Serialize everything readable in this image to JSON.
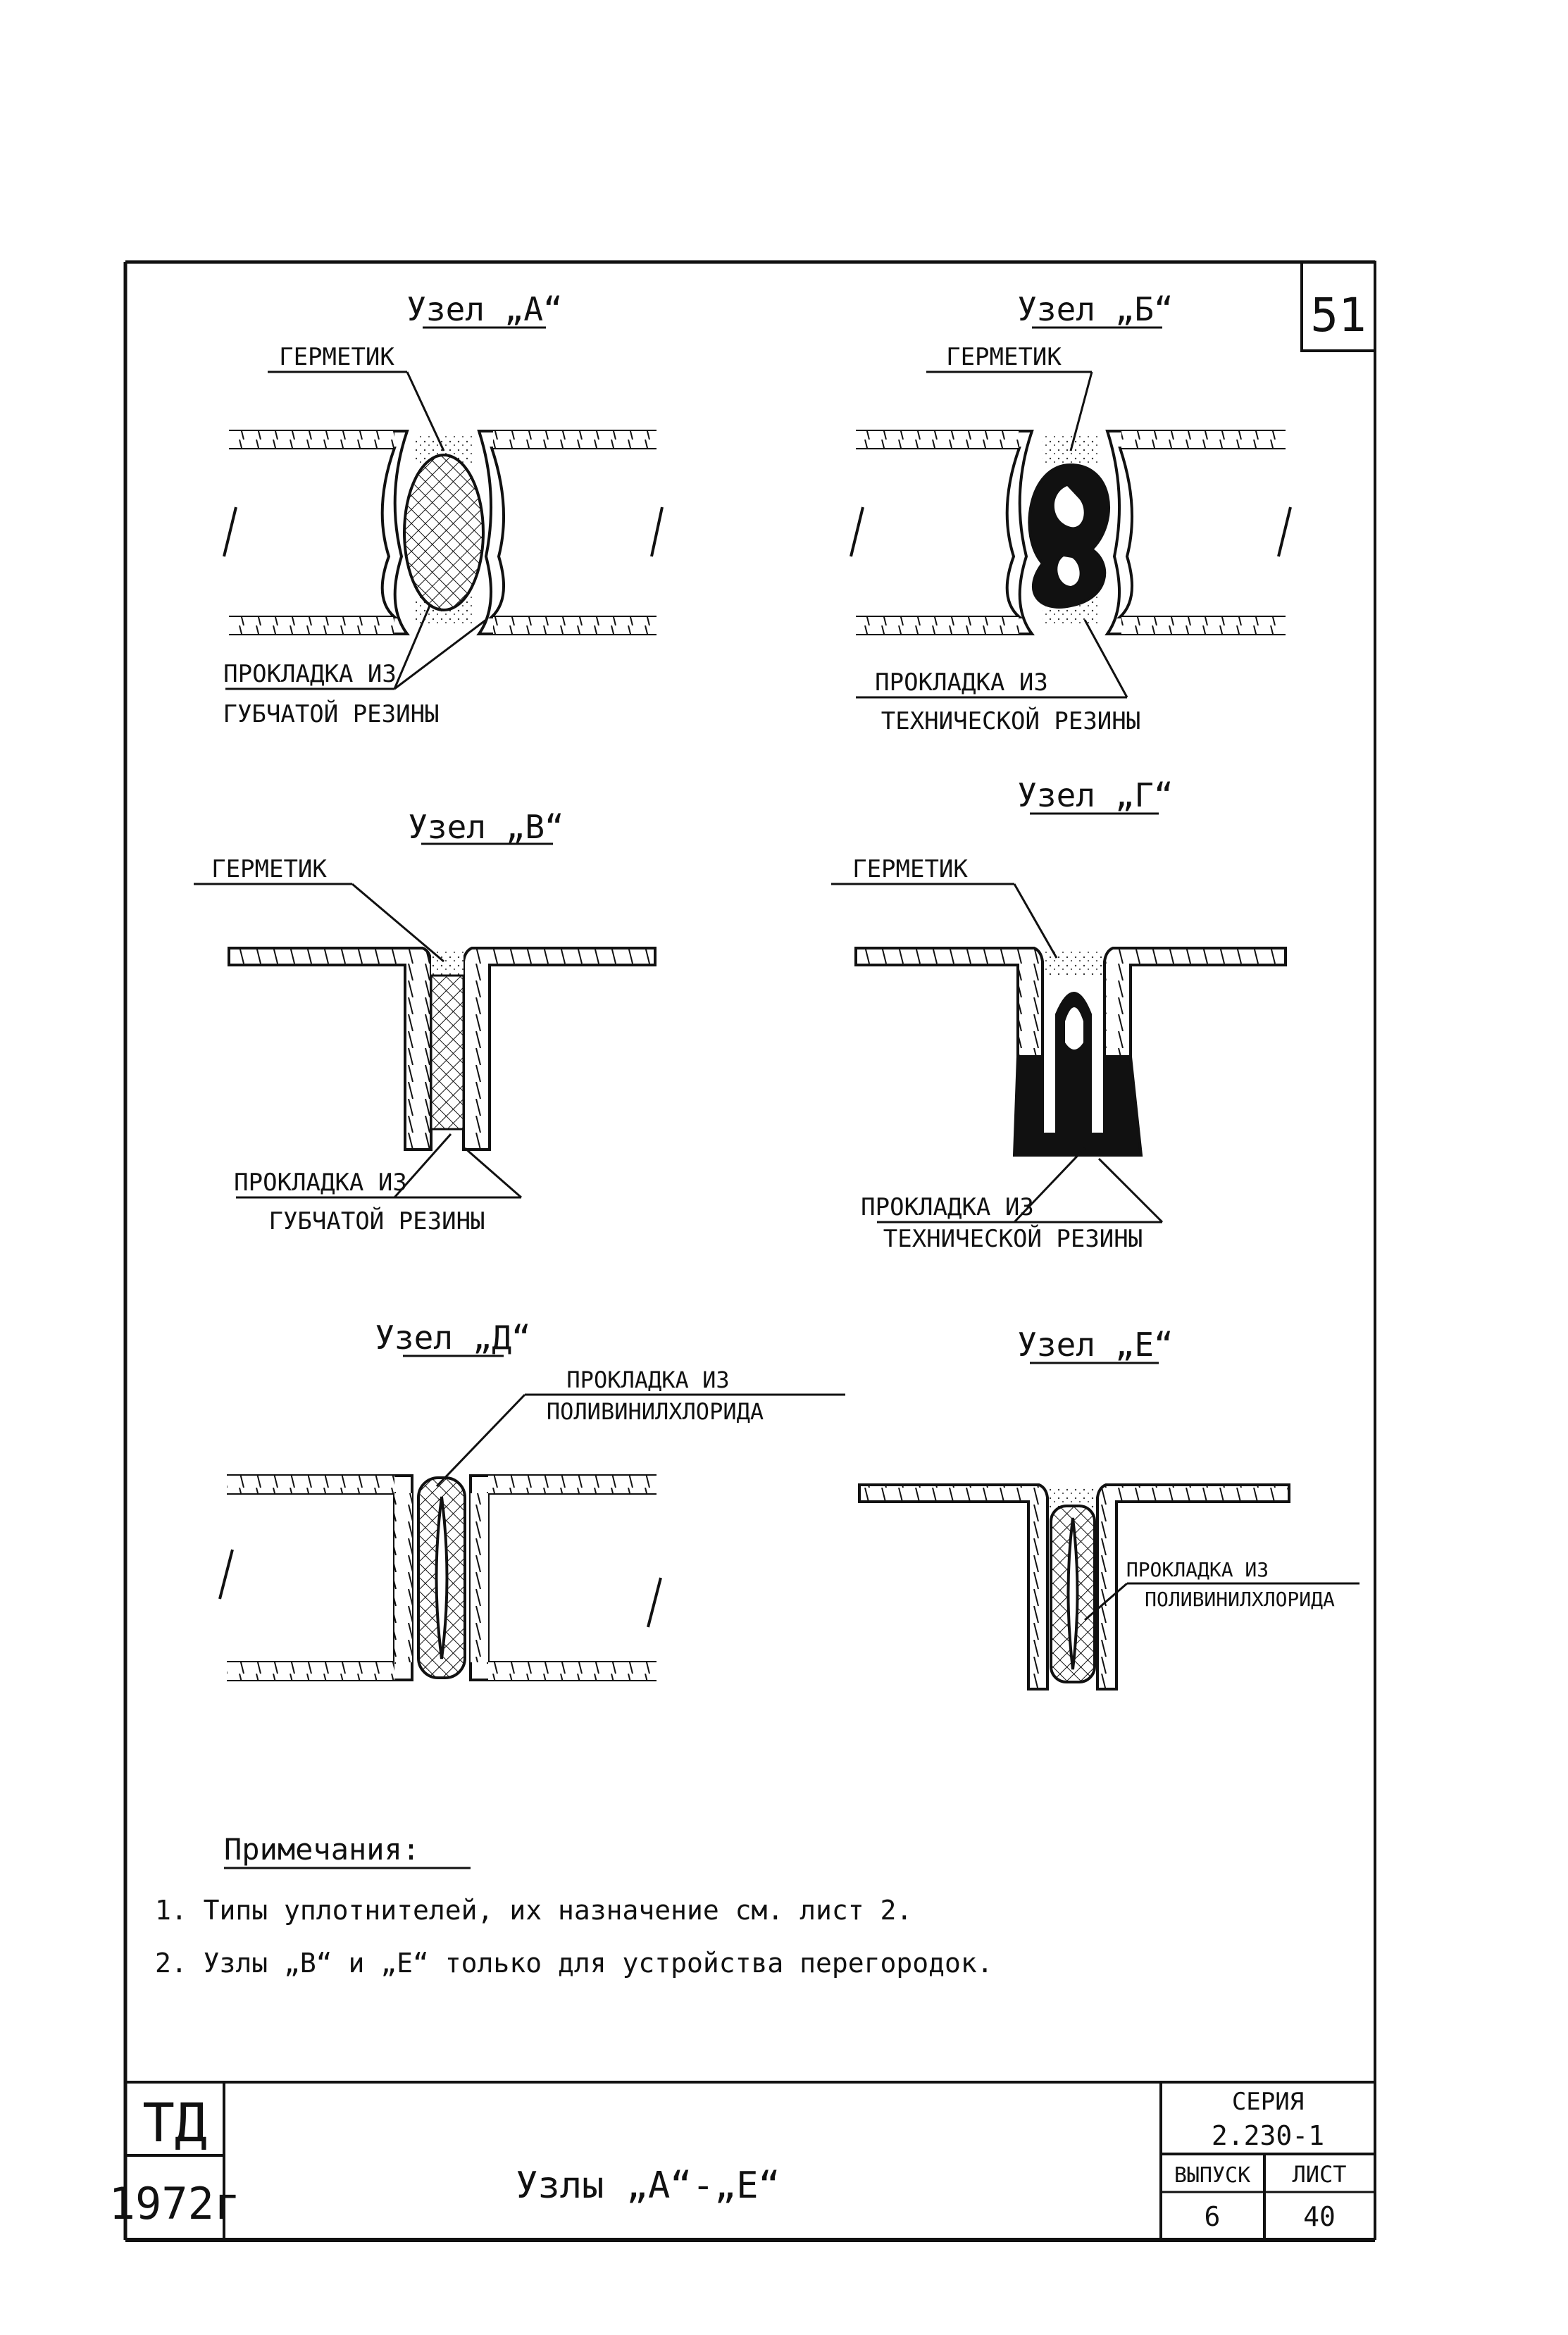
{
  "sheet_number": "51",
  "nodes": {
    "a": {
      "title": "Узел „А“",
      "sealant": "ГЕРМЕТИК",
      "gasket_1": "ПРОКЛАДКА ИЗ",
      "gasket_2": "ГУБЧАТОЙ РЕЗИНЫ"
    },
    "b": {
      "title": "Узел „Б“",
      "sealant": "ГЕРМЕТИК",
      "gasket_1": "ПРОКЛАДКА ИЗ",
      "gasket_2": "ТЕХНИЧЕСКОЙ РЕЗИНЫ"
    },
    "v": {
      "title": "Узел „В“",
      "sealant": "ГЕРМЕТИК",
      "gasket_1": "ПРОКЛАДКА ИЗ",
      "gasket_2": "ГУБЧАТОЙ РЕЗИНЫ"
    },
    "g": {
      "title": "Узел „Г“",
      "sealant": "ГЕРМЕТИК",
      "gasket_1": "ПРОКЛАДКА ИЗ",
      "gasket_2": "ТЕХНИЧЕСКОЙ РЕЗИНЫ"
    },
    "d": {
      "title": "Узел „Д“",
      "gasket_1": "ПРОКЛАДКА ИЗ",
      "gasket_2": "ПОЛИВИНИЛХЛОРИДА"
    },
    "e": {
      "title": "Узел „Е“",
      "gasket_1": "ПРОКЛАДКА ИЗ",
      "gasket_2": "ПОЛИВИНИЛХЛОРИДА"
    }
  },
  "notes": {
    "heading": "Примечания:",
    "items": [
      "1. Типы уплотнителей, их назначение см. лист 2.",
      "2. Узлы „В“ и „Е“ только для устройства перегородок."
    ]
  },
  "title_block": {
    "org": "ТД",
    "year": "1972г",
    "title": "Узлы „А“-„Е“",
    "series_label": "СЕРИЯ",
    "series_value": "2.230-1",
    "issue_label": "ВЫПУСК",
    "issue_value": "6",
    "sheet_label": "ЛИСТ",
    "sheet_value": "40"
  }
}
